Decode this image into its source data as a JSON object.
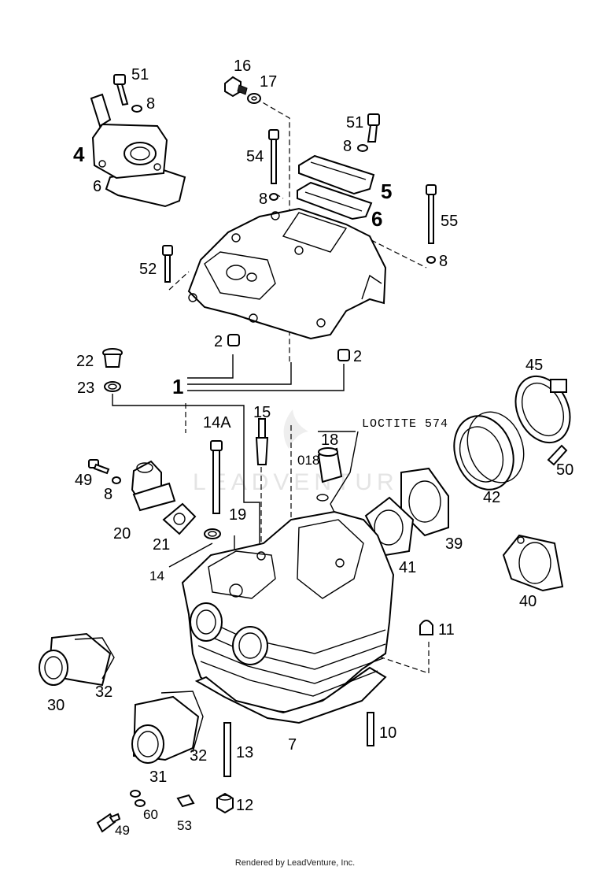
{
  "note": "LOCTITE 574",
  "watermark": "LEADVENTURE",
  "footer": "Rendered by LeadVenture, Inc.",
  "callouts": {
    "p51a": "51",
    "p8a": "8",
    "p4": "4",
    "p6a": "6",
    "p16": "16",
    "p17": "17",
    "p51b": "51",
    "p8b": "8",
    "p54": "54",
    "p5": "5",
    "p8c": "8",
    "p6b": "6",
    "p55": "55",
    "p8d": "8",
    "p52": "52",
    "p2a": "2",
    "p2b": "2",
    "p22": "22",
    "p23": "23",
    "p1": "1",
    "p14a": "14A",
    "p15": "15",
    "p18": "18",
    "p018": "018",
    "p45": "45",
    "p49a": "49",
    "p8e": "8",
    "p50": "50",
    "p42": "42",
    "p20": "20",
    "p21": "21",
    "p19": "19",
    "p39": "39",
    "p14": "14",
    "p41": "41",
    "p40": "40",
    "p11": "11",
    "p30": "30",
    "p32a": "32",
    "p7": "7",
    "p10": "10",
    "p31": "31",
    "p32b": "32",
    "p13": "13",
    "p12": "12",
    "p60": "60",
    "p53": "53",
    "p49b": "49"
  }
}
